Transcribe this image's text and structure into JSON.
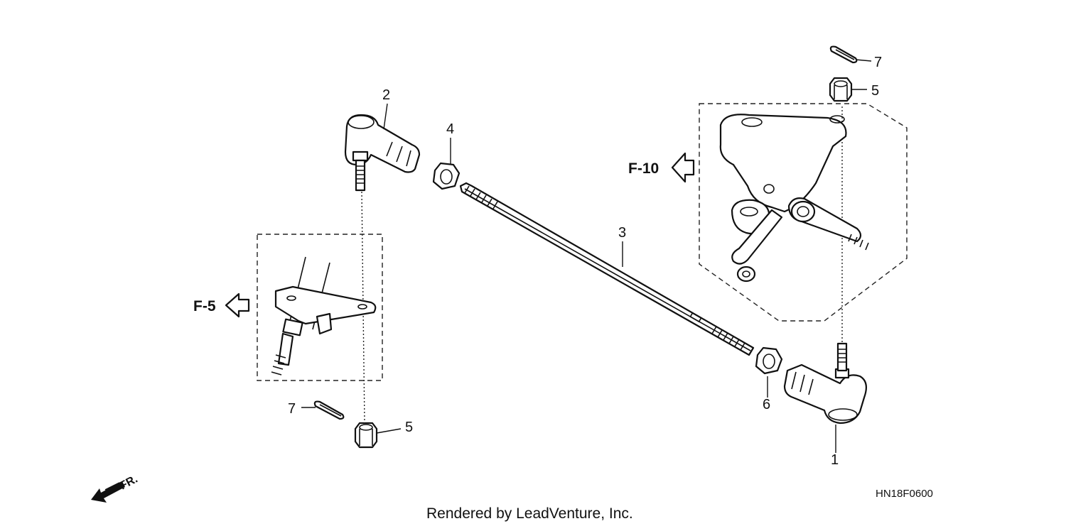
{
  "diagram": {
    "callouts": [
      {
        "id": "1",
        "text": "1"
      },
      {
        "id": "2",
        "text": "2"
      },
      {
        "id": "3",
        "text": "3"
      },
      {
        "id": "4",
        "text": "4"
      },
      {
        "id": "5a",
        "text": "5"
      },
      {
        "id": "5b",
        "text": "5"
      },
      {
        "id": "6",
        "text": "6"
      },
      {
        "id": "7a",
        "text": "7"
      },
      {
        "id": "7b",
        "text": "7"
      }
    ],
    "references": {
      "f5": "F-5",
      "f10": "F-10"
    },
    "front_marker": "FR.",
    "drawing_code": "HN18F0600",
    "credit": "Rendered by LeadVenture, Inc."
  }
}
